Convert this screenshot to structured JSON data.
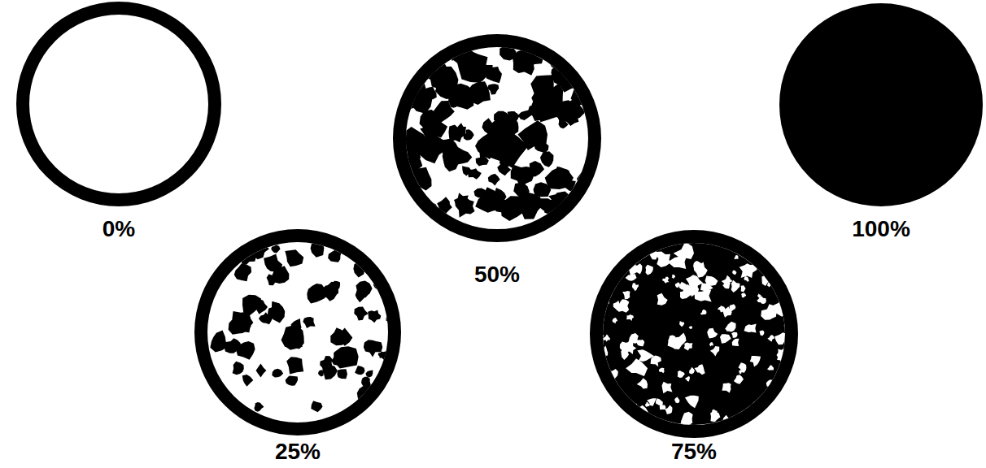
{
  "diagram": {
    "nodes": [
      {
        "text": [
          "0%"
        ]
      },
      {
        "text": [
          "25%"
        ]
      },
      {
        "text": [
          "50%"
        ]
      },
      {
        "text": [
          "75%"
        ]
      },
      {
        "text": [
          "100%"
        ]
      }
    ]
  }
}
